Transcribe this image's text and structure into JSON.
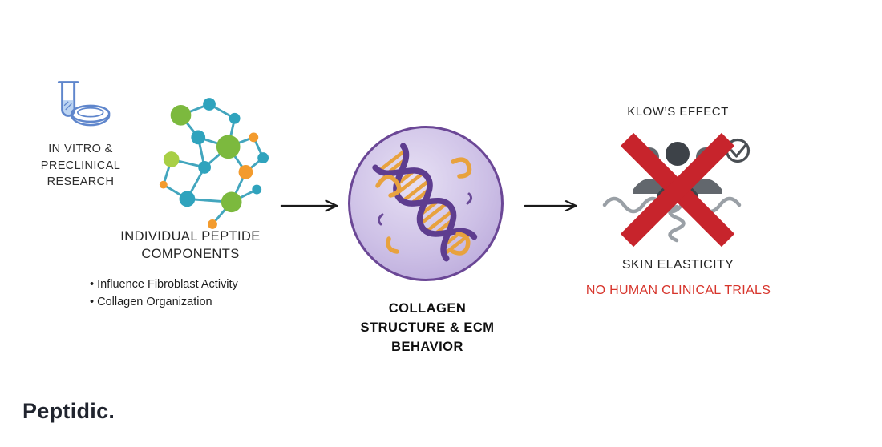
{
  "left_group": {
    "research_label": "IN VITRO &\nPRECLINICAL\nRESEARCH",
    "peptide_title": "INDIVIDUAL PEPTIDE\nCOMPONENTS",
    "bullets": [
      "• Influence Fibroblast Activity",
      "• Collagen Organization"
    ]
  },
  "center": {
    "label": "COLLAGEN\nSTRUCTURE & ECM\nBEHAVIOR"
  },
  "right_group": {
    "title": "KLOW’S EFFECT",
    "elasticity_label": "SKIN ELASTICITY",
    "warning": "NO HUMAN CLINICAL TRIALS"
  },
  "brand": {
    "logo": "Peptidic."
  },
  "icons": [
    "test-tube-petri-dish-icon",
    "peptide-molecule-icon",
    "arrow-right-icon",
    "dna-collagen-circle-icon",
    "people-group-icon",
    "checkmark-icon",
    "elastic-wave-icon",
    "spring-coil-icon",
    "red-x-icon"
  ],
  "colors": {
    "warning_red": "#d7352c",
    "x_red": "#c7242c",
    "circle_border_purple": "#6b4796",
    "dna_purple": "#5e3d8f",
    "dna_orange": "#e8a23e",
    "molecule_teal": "#2f9db8",
    "molecule_green": "#7cb93e",
    "molecule_orange": "#f39b2d",
    "flask_blue": "#5f86cc",
    "people_gray": "#3d4248",
    "wave_gray": "#9aa0a6"
  }
}
